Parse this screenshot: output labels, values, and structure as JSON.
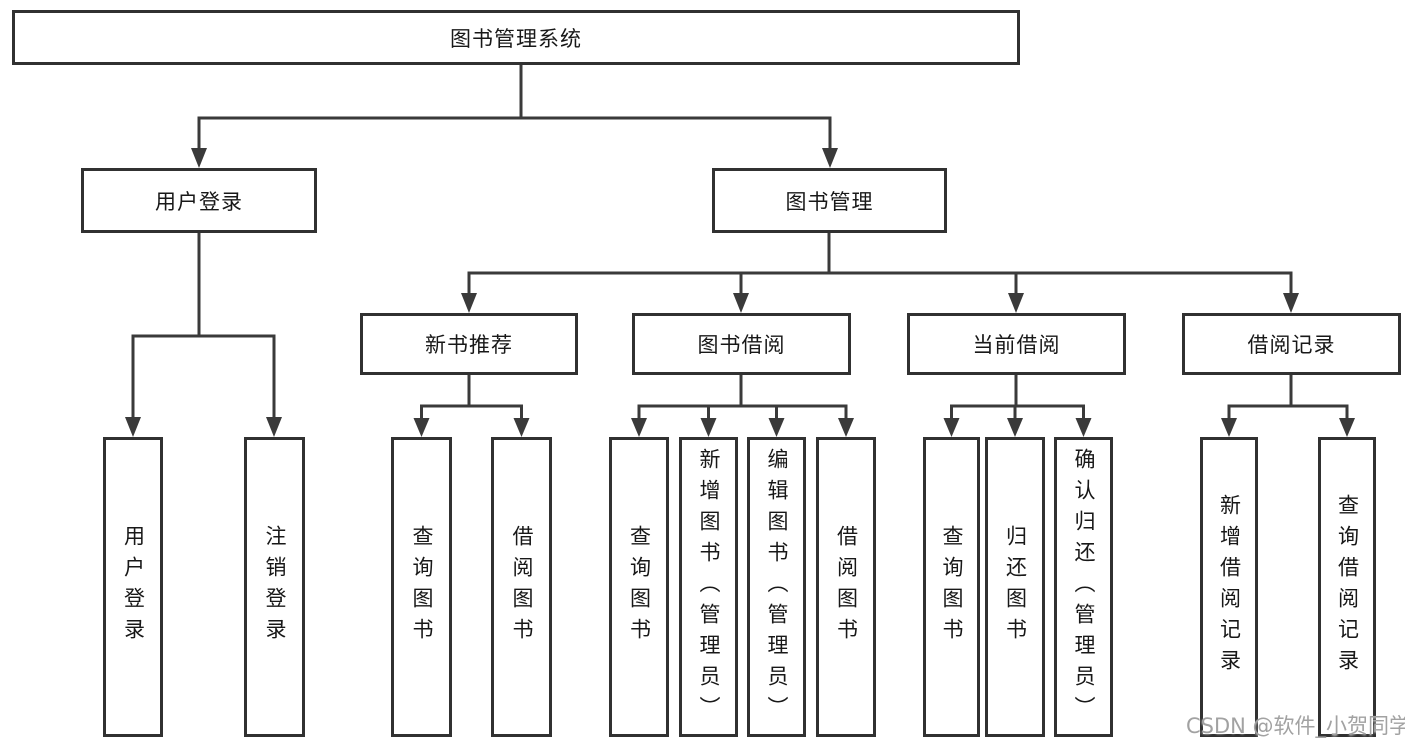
{
  "diagram": {
    "root": {
      "label": "图书管理系统"
    },
    "level2": [
      {
        "label": "用户登录"
      },
      {
        "label": "图书管理"
      }
    ],
    "level3": [
      {
        "label": "新书推荐",
        "parent": "图书管理"
      },
      {
        "label": "图书借阅",
        "parent": "图书管理"
      },
      {
        "label": "当前借阅",
        "parent": "图书管理"
      },
      {
        "label": "借阅记录",
        "parent": "图书管理"
      }
    ],
    "leaves": [
      {
        "label": "用户登录",
        "parent": "用户登录"
      },
      {
        "label": "注销登录",
        "parent": "用户登录"
      },
      {
        "label": "查询图书",
        "parent": "新书推荐"
      },
      {
        "label": "借阅图书",
        "parent": "新书推荐"
      },
      {
        "label": "查询图书",
        "parent": "图书借阅"
      },
      {
        "label": "新增图书（管理员）",
        "parent": "图书借阅"
      },
      {
        "label": "编辑图书（管理员）",
        "parent": "图书借阅"
      },
      {
        "label": "借阅图书",
        "parent": "图书借阅"
      },
      {
        "label": "查询图书",
        "parent": "当前借阅"
      },
      {
        "label": "归还图书",
        "parent": "当前借阅"
      },
      {
        "label": "确认归还（管理员）",
        "parent": "当前借阅"
      },
      {
        "label": "新增借阅记录",
        "parent": "借阅记录"
      },
      {
        "label": "查询借阅记录",
        "parent": "借阅记录"
      }
    ],
    "watermark": "CSDN @软件_小贺同学",
    "colors": {
      "line": "#3a3a3a",
      "box_border": "#313131",
      "text": "#181818",
      "background": "#ffffff",
      "watermark": "#a2a2a2"
    }
  }
}
